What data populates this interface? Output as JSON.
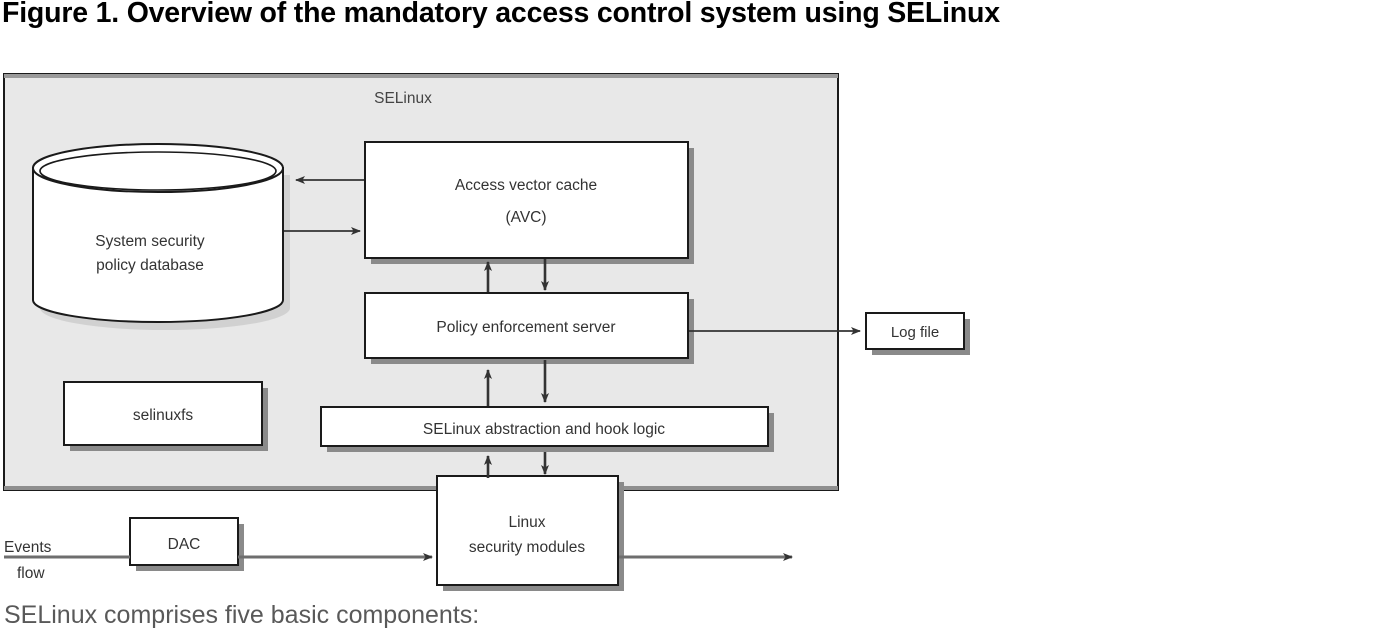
{
  "figure": {
    "title": "Figure 1. Overview of the mandatory access control system using SELinux",
    "caption": "SELinux comprises five basic components:"
  },
  "diagram": {
    "panel": {
      "label": "SELinux",
      "fill_color": "#e8e8e8",
      "border_color": "#1a1a1a"
    },
    "nodes": {
      "policy_db": {
        "label_line1": "System security",
        "label_line2": "policy database",
        "shape": "cylinder"
      },
      "avc": {
        "label_line1": "Access vector cache",
        "label_line2": "(AVC)",
        "shape": "rectangle"
      },
      "policy_server": {
        "label": "Policy enforcement server",
        "shape": "rectangle"
      },
      "selinuxfs": {
        "label": "selinuxfs",
        "shape": "rectangle"
      },
      "hook_logic": {
        "label": "SELinux abstraction and hook logic",
        "shape": "rectangle"
      },
      "lsm": {
        "label_line1": "Linux",
        "label_line2": "security modules",
        "shape": "rectangle"
      },
      "dac": {
        "label": "DAC",
        "shape": "rectangle"
      },
      "log_file": {
        "label": "Log file",
        "shape": "rectangle"
      }
    },
    "flow_label": {
      "line1": "Events",
      "line2": "flow"
    },
    "colors": {
      "box_fill": "#ffffff",
      "box_stroke": "#1a1a1a",
      "box_shadow": "#808080",
      "arrow": "#4d4d4d",
      "text": "#333333"
    }
  }
}
